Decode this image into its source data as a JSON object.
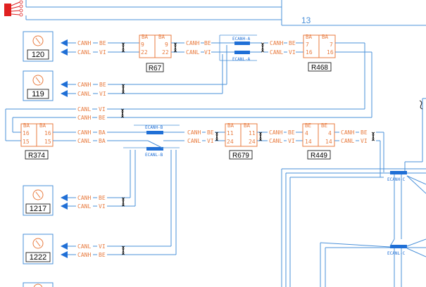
{
  "page_number": "13",
  "signals": {
    "canh_be": "CANH",
    "canl_vi": "CANL",
    "be": "BE",
    "vi": "VI",
    "ba": "BA"
  },
  "ecus": [
    {
      "id": "120"
    },
    {
      "id": "119"
    },
    {
      "id": "1217"
    },
    {
      "id": "1222"
    }
  ],
  "connectors": [
    {
      "ref": "R67",
      "left_label": "BA",
      "right_label": "BA",
      "pins_left": [
        "9",
        "22"
      ],
      "pins_right": [
        "9",
        "22"
      ]
    },
    {
      "ref": "R468",
      "left_label": "BA",
      "right_label": "BA",
      "pins_left": [
        "7",
        "16"
      ],
      "pins_right": [
        "7",
        "16"
      ]
    },
    {
      "ref": "R374",
      "left_label": "BA",
      "right_label": "BA",
      "pins_left": [
        "16",
        "15"
      ],
      "pins_right": [
        "16",
        "15"
      ]
    },
    {
      "ref": "R679",
      "left_label": "BA",
      "right_label": "BA",
      "pins_left": [
        "11",
        "24"
      ],
      "pins_right": [
        "11",
        "24"
      ]
    },
    {
      "ref": "R449",
      "left_label": "BE",
      "right_label": "BE",
      "pins_left": [
        "4",
        "14"
      ],
      "pins_right": [
        "4",
        "14"
      ]
    }
  ],
  "splices": {
    "ecanh_a": "ECANH-A",
    "ecanl_a": "ECANL-A",
    "ecanh_b": "ECANH-B",
    "ecanl_b": "ECANL-B",
    "ecanh_c": "ECANH-C",
    "ecanl_c": "ECANL-C"
  }
}
